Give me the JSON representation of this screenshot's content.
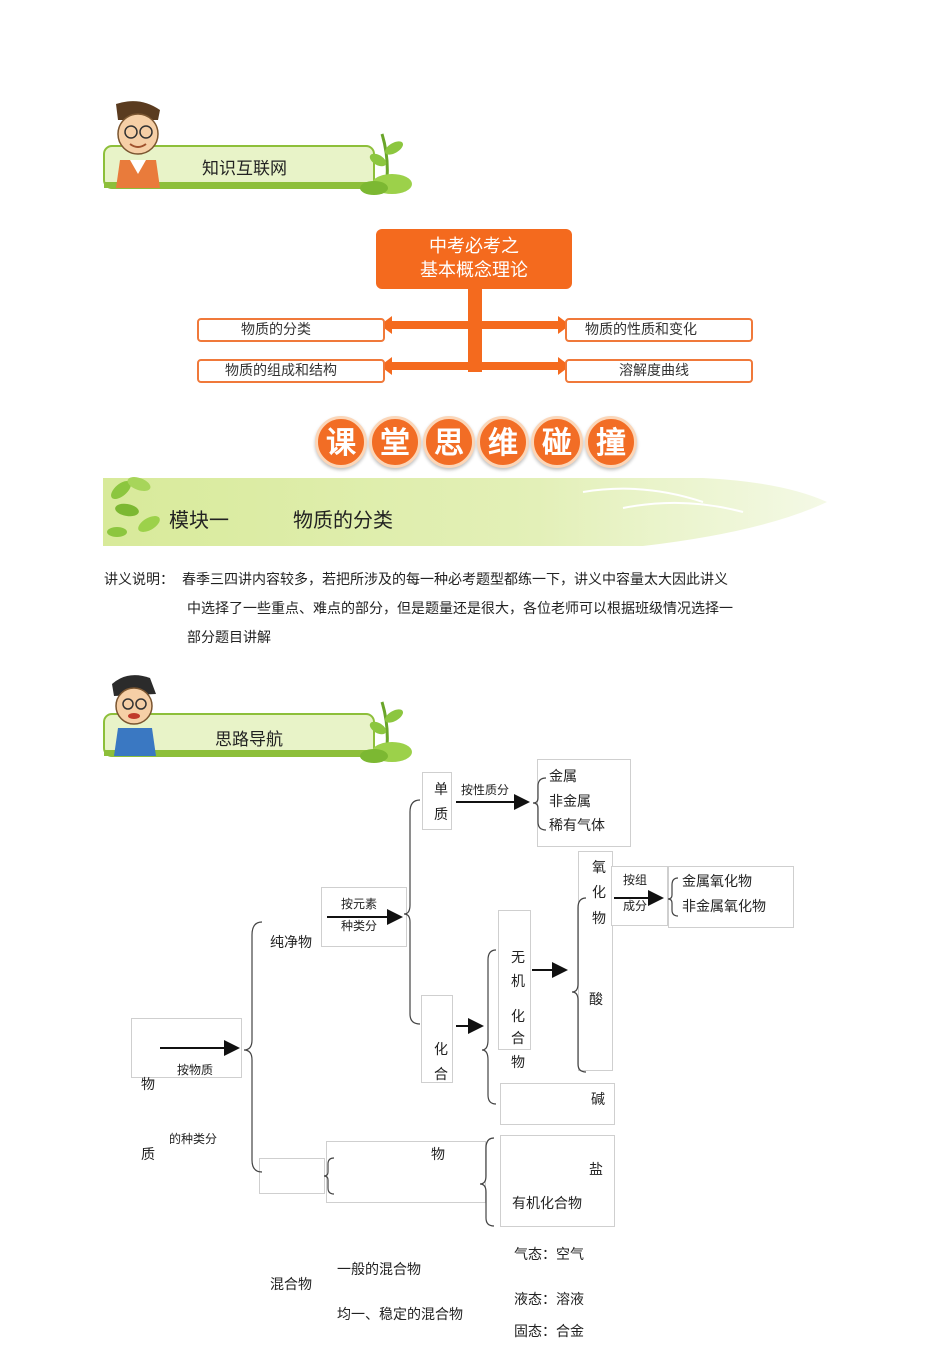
{
  "sections": {
    "knowledge_net": {
      "title": "知识互联网"
    },
    "thinking_nav": {
      "title": "思路导航"
    }
  },
  "concept_map": {
    "center_line1": "中考必考之",
    "center_line2": "基本概念理论",
    "left_top": "物质的分类",
    "left_bottom": "物质的组成和结构",
    "right_top": "物质的性质和变化",
    "right_bottom": "溶解度曲线",
    "colors": {
      "accent": "#f46a1e",
      "border": "#f0793a"
    }
  },
  "slogan": [
    "课",
    "堂",
    "思",
    "维",
    "碰",
    "撞"
  ],
  "module": {
    "label": "模块一",
    "title": "物质的分类"
  },
  "notes": {
    "label": "讲义说明：",
    "line1": "春季三四讲内容较多，若把所涉及的每一种必考题型都练一下，讲义中容量太大因此讲义",
    "line2": "中选择了一些重点、难点的部分，但是题量还是很大，各位老师可以根据班级情况选择一",
    "line3": "部分题目讲解"
  },
  "tree": {
    "root_char1": "物",
    "root_char2": "质",
    "by_substance_1": "按物质",
    "by_substance_2": "的种类分",
    "pure": "纯净物",
    "by_element_1": "按元素",
    "by_element_2": "种类分",
    "simple_1": "单",
    "simple_2": "质",
    "by_property": "按性质分",
    "metal": "金属",
    "nonmetal": "非金属",
    "noble_gas": "稀有气体",
    "compound_1": "化",
    "compound_2": "合",
    "compound_3": "物",
    "inorganic_1": "无",
    "inorganic_2": "机",
    "inorganic_3": "化",
    "inorganic_4": "合",
    "inorganic_5": "物",
    "oxide_1": "氧",
    "oxide_2": "化",
    "oxide_3": "物",
    "by_composition_1": "按组",
    "by_composition_2": "成分",
    "metal_oxide": "金属氧化物",
    "nonmetal_oxide": "非金属氧化物",
    "acid": "酸",
    "base": "碱",
    "salt": "盐",
    "organic": "有机化合物",
    "mixture": "混合物",
    "general_mixture": "一般的混合物",
    "uniform_mixture": "均一、稳定的混合物",
    "gas_state": "气态：空气",
    "liquid_state": "液态：溶液",
    "solid_state": "固态：合金"
  }
}
